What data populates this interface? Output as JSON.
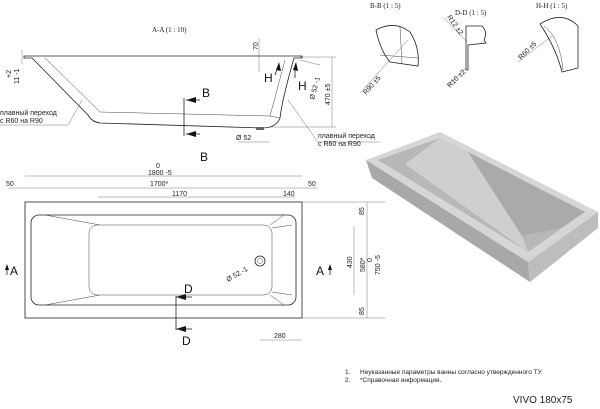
{
  "section_aa": {
    "title": "A-A  (1 : 10)",
    "dim_70": "70",
    "dim_11": "11 -1",
    "dim_11_tol": "+2",
    "dim_470": "470 ±5",
    "dim_d52": "Ø 52 -1",
    "dim_d52_bottom": "Ø 52",
    "label_h": "H",
    "label_b": "B",
    "note_left_1": "плавный переход",
    "note_left_2": "с R60 на R90",
    "note_right_1": "плавный переход",
    "note_right_2": "с R60 на R90"
  },
  "detail_bb": {
    "title": "B-B  (1 : 5)",
    "radius": "R90 ±5"
  },
  "detail_dd": {
    "title": "D-D  (1 : 5)",
    "radius_top": "R12 ±2",
    "radius_bottom": "R10 ±2"
  },
  "detail_hh": {
    "title": "H-H  (1 : 5)",
    "radius": "R60 ±5"
  },
  "top_view": {
    "dim_1800": "1800 -5",
    "dim_1800_tol": "0",
    "dim_1700": "1700*",
    "dim_1170": "1170",
    "dim_140": "140",
    "dim_50_left": "50",
    "dim_50_right": "50",
    "dim_85_top": "85",
    "dim_85_bottom": "85",
    "dim_430": "430",
    "dim_580": "580*",
    "dim_750": "750 -5",
    "dim_750_tol": "0",
    "dim_280": "280",
    "dim_drain": "Ø 52 -1",
    "label_a": "A",
    "label_d": "D"
  },
  "notes": [
    {
      "num": "1.",
      "text": "Неуказанные параметры ванны согласно утвержденного ТУ."
    },
    {
      "num": "2.",
      "text": "*Справочная информация."
    }
  ],
  "model_name": "VIVO 180x75",
  "colors": {
    "line": "#222222",
    "render_body": "#c8c8c8",
    "render_shadow": "#9a9a9a"
  }
}
